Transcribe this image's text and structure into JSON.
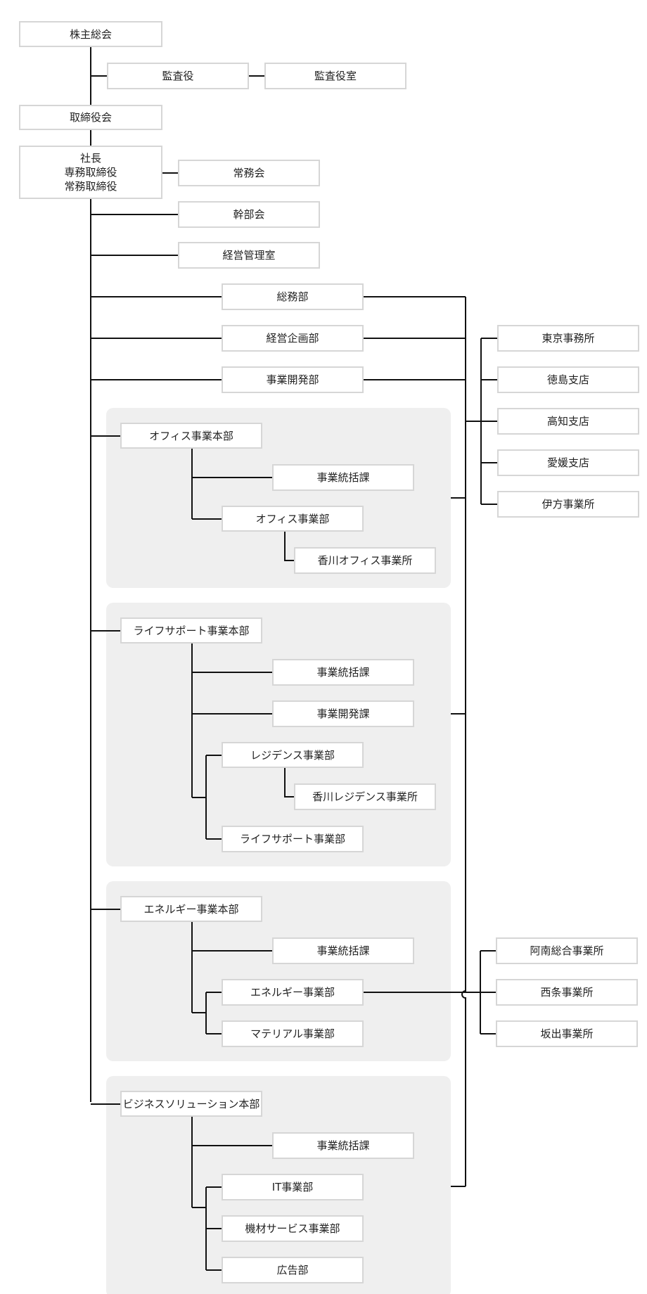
{
  "org_chart": {
    "shareholders": "株主総会",
    "auditor": "監査役",
    "audit_office": "監査役室",
    "board": "取締役会",
    "executives": [
      "社長",
      "専務取締役",
      "常務取締役"
    ],
    "managing_committee": "常務会",
    "executive_committee": "幹部会",
    "management_office": "経営管理室",
    "general_affairs": "総務部",
    "corporate_planning": "経営企画部",
    "business_development": "事業開発部",
    "branches": [
      "東京事務所",
      "徳島支店",
      "高知支店",
      "愛媛支店",
      "伊方事業所"
    ],
    "office_division": {
      "name": "オフィス事業本部",
      "coordination": "事業統括課",
      "department": "オフィス事業部",
      "site": "香川オフィス事業所"
    },
    "life_support_division": {
      "name": "ライフサポート事業本部",
      "coordination": "事業統括課",
      "development": "事業開発課",
      "residence_department": "レジデンス事業部",
      "residence_site": "香川レジデンス事業所",
      "life_support_department": "ライフサポート事業部"
    },
    "energy_division": {
      "name": "エネルギー事業本部",
      "coordination": "事業統括課",
      "energy_department": "エネルギー事業部",
      "material_department": "マテリアル事業部",
      "sites": [
        "阿南総合事業所",
        "西条事業所",
        "坂出事業所"
      ]
    },
    "business_solution_division": {
      "name": "ビジネスソリューション本部",
      "coordination": "事業統括課",
      "it_department": "IT事業部",
      "equipment_department": "機材サービス事業部",
      "advertising_department": "広告部"
    }
  }
}
